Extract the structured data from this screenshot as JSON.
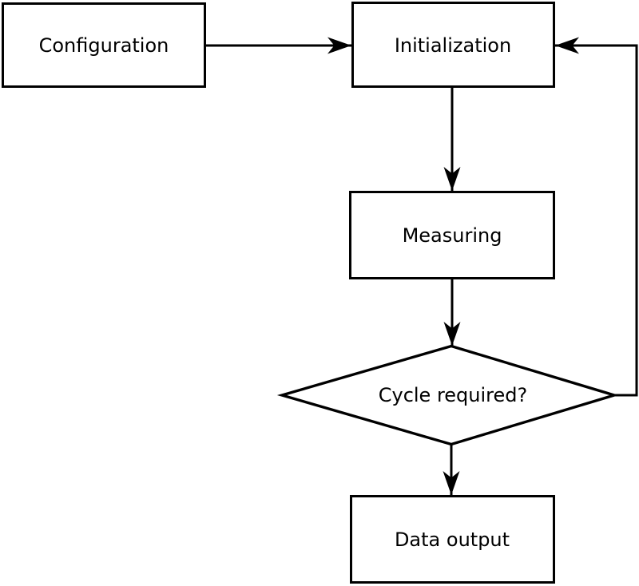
{
  "page": {
    "background_color": "#ffffff"
  },
  "diagram": {
    "type": "flowchart",
    "stroke_color": "#000000",
    "text_color": "#000000",
    "node_fill_color": "#ffffff",
    "nodes": [
      {
        "id": "configuration",
        "shape": "rectangle",
        "label": "Configuration"
      },
      {
        "id": "initialization",
        "shape": "rectangle",
        "label": "Initialization"
      },
      {
        "id": "measuring",
        "shape": "rectangle",
        "label": "Measuring"
      },
      {
        "id": "cycle-required",
        "shape": "diamond",
        "label": "Cycle required?"
      },
      {
        "id": "data-output",
        "shape": "rectangle",
        "label": "Data output"
      }
    ],
    "edges": [
      {
        "from": "configuration",
        "to": "initialization",
        "style": "arrow",
        "direction": "right"
      },
      {
        "from": "initialization",
        "to": "measuring",
        "style": "arrow",
        "direction": "down"
      },
      {
        "from": "measuring",
        "to": "cycle-required",
        "style": "arrow",
        "direction": "down"
      },
      {
        "from": "cycle-required",
        "to": "data-output",
        "style": "arrow",
        "direction": "down"
      },
      {
        "from": "cycle-required",
        "to": "initialization",
        "style": "arrow",
        "direction": "right-up-left-feedback-loop"
      }
    ]
  }
}
